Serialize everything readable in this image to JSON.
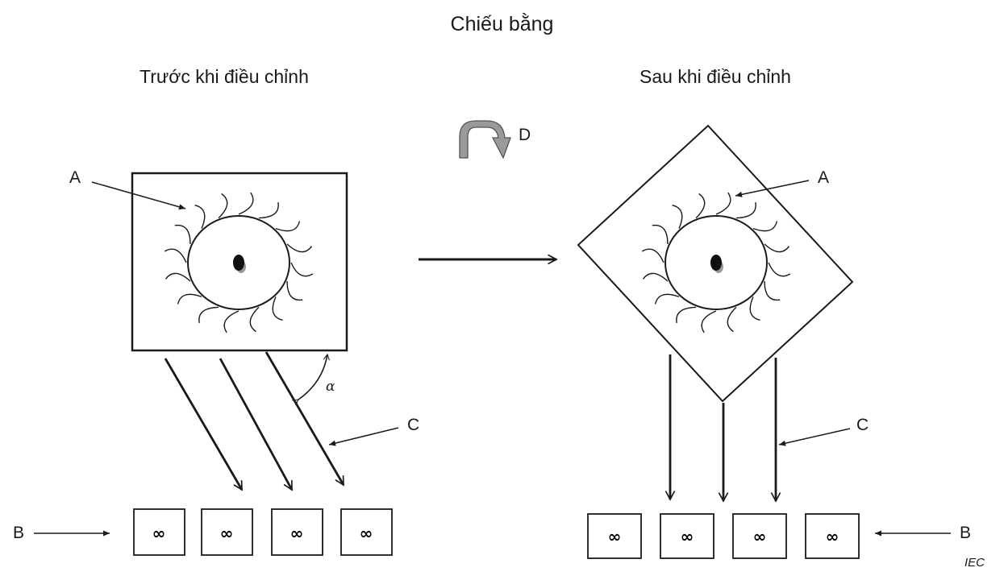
{
  "title": "Chiếu bằng",
  "left_panel": {
    "subtitle": "Trước khi điều chỉnh"
  },
  "right_panel": {
    "subtitle": "Sau khi điều chỉnh"
  },
  "labels": {
    "A": "A",
    "B": "B",
    "C": "C",
    "D": "D",
    "alpha": "α"
  },
  "sensor_symbol": "∞",
  "watermark": "IEC",
  "colors": {
    "line": "#1a1a1a",
    "rotate_arrow_fill": "#9a9a9a",
    "background": "#ffffff"
  }
}
